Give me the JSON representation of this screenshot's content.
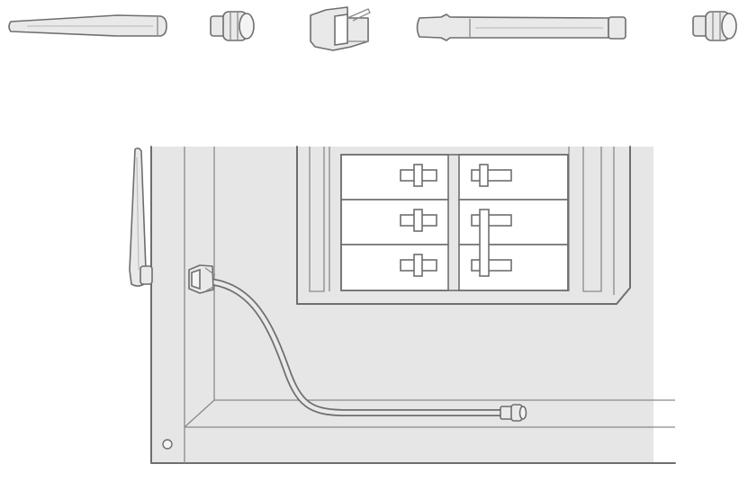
{
  "diagram": {
    "type": "installation-illustration",
    "colors": {
      "outline": "#6e6e6e",
      "panel_fill": "#e6e6e6",
      "part_fill": "#e9e9e9",
      "background": "#ffffff"
    },
    "parts_row": [
      "antenna-rod",
      "hex-nut",
      "bulkhead-bracket",
      "extension-rod",
      "hex-nut"
    ],
    "assembly": [
      "antenna",
      "bulkhead-connector",
      "coax-cable",
      "cable-plug",
      "frame-panel",
      "module-slots"
    ]
  }
}
